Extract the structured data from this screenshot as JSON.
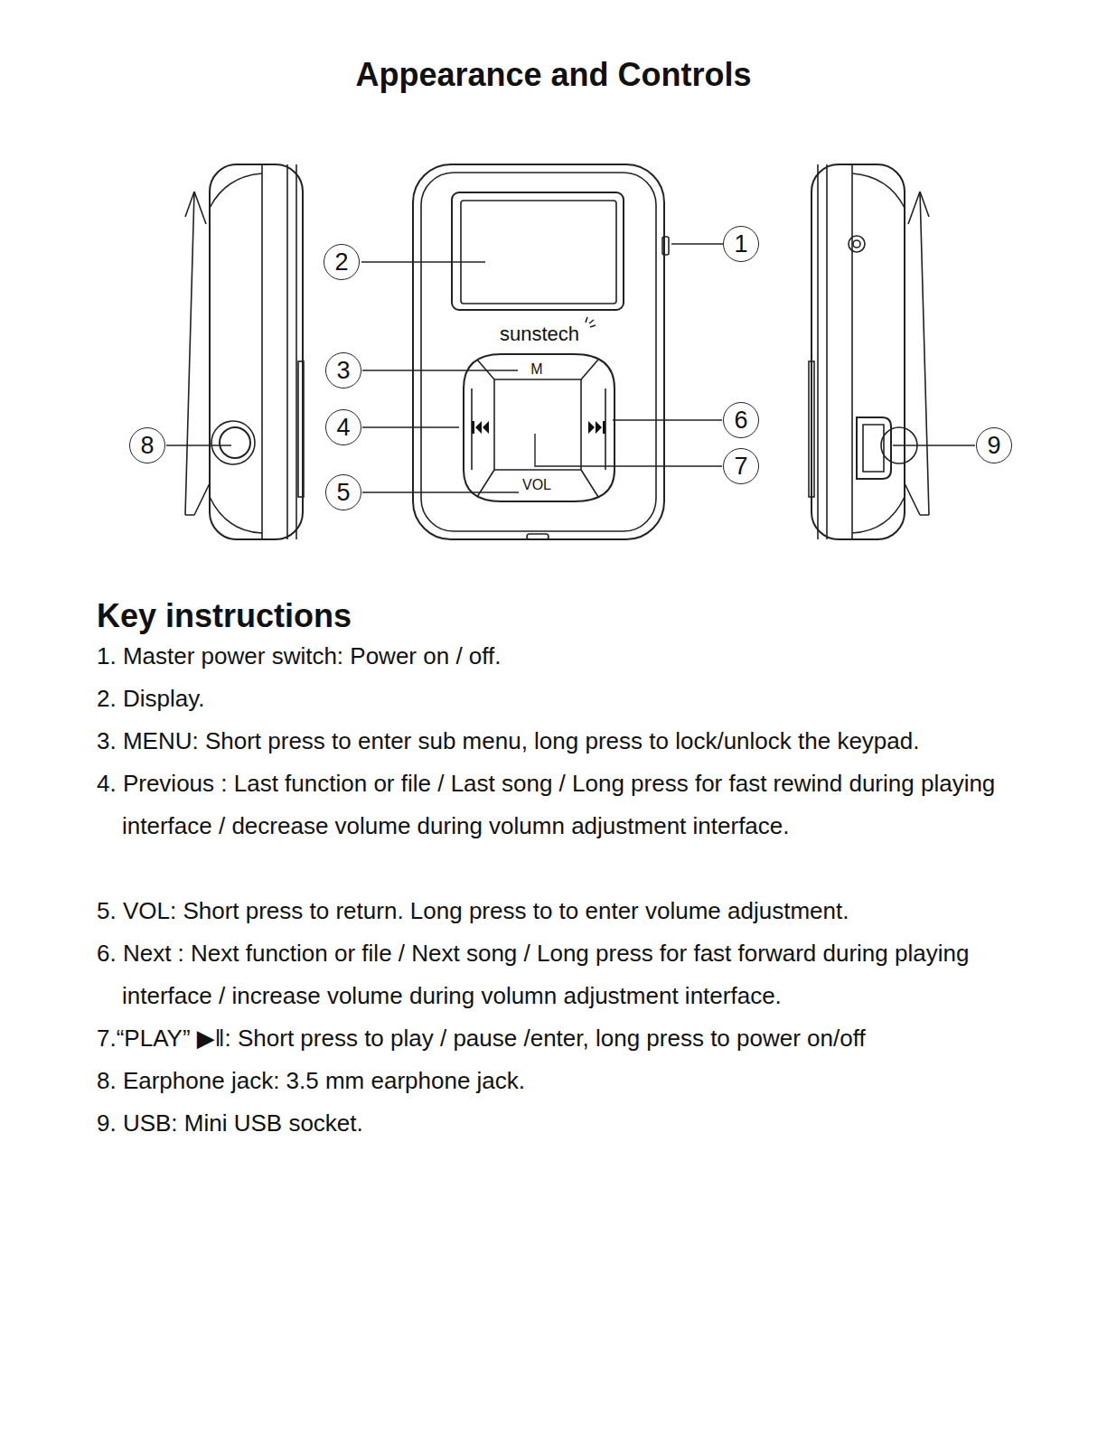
{
  "diagram": {
    "title": "Appearance and Controls",
    "nodes": [
      {
        "text": [
          "1"
        ]
      },
      {
        "text": [
          "2"
        ]
      },
      {
        "text": [
          "3"
        ]
      },
      {
        "text": [
          "4"
        ]
      },
      {
        "text": [
          "5"
        ]
      },
      {
        "text": [
          "6"
        ]
      },
      {
        "text": [
          "7"
        ]
      },
      {
        "text": [
          "8"
        ]
      },
      {
        "text": [
          "9"
        ]
      }
    ],
    "labels": [
      "sunstech",
      "M",
      "VOL",
      "Key instructions",
      "1. Master power switch: Power on / off.",
      "2. Display.",
      "3. MENU: Short press to enter sub menu, long press to lock/unlock the keypad.",
      "4. Previous : Last function or file / Last song / Long press for fast rewind during playing interface / decrease volume during volumn adjustment interface.",
      "5. VOL: Short press to return. Long press to to enter volume adjustment.",
      "6. Next : Next function or file / Next song / Long press for fast forward during playing interface / increase volume during volumn adjustment interface.",
      "7.“PLAY” ▶ǁ: Short press to play / pause /enter, long press to power on/off",
      "8. Earphone jack: 3.5 mm earphone jack.",
      "9. USB: Mini USB socket."
    ]
  }
}
